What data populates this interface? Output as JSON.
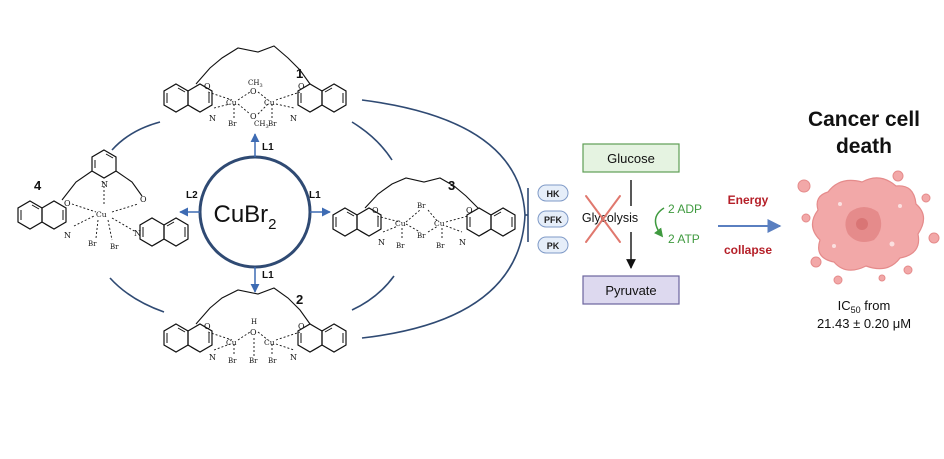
{
  "center": {
    "formula_main": "CuBr",
    "formula_sub": "2"
  },
  "complexes": [
    {
      "id": "1",
      "ligand": "L1"
    },
    {
      "id": "2",
      "ligand": "L1"
    },
    {
      "id": "3",
      "ligand": "L1"
    },
    {
      "id": "4",
      "ligand": "L2"
    }
  ],
  "atoms": {
    "N": "N",
    "O": "O",
    "Cu": "Cu",
    "Br": "Br",
    "CH3": "CH",
    "CH3_sub": "3",
    "H": "H",
    "Br_minus": "Br"
  },
  "enzymes": [
    "HK",
    "PFK",
    "PK"
  ],
  "pathway": {
    "start": "Glucose",
    "process": "Glycolysis",
    "end": "Pyruvate",
    "input": "2 ADP",
    "output": "2 ATP"
  },
  "effect": {
    "top": "Energy",
    "bottom": "collapse"
  },
  "outcome": {
    "title_line1": "Cancer cell",
    "title_line2": "death",
    "ic50_prefix": "IC",
    "ic50_sub": "50",
    "ic50_suffix": " from",
    "ic50_value": "21.43 ± 0.20 μM"
  },
  "colors": {
    "arc": "#2f4a73",
    "glucose_fill": "#e5f3e1",
    "glucose_stroke": "#5f9e55",
    "pyruvate_fill": "#ddd9ef",
    "pyruvate_stroke": "#6c649d",
    "enzyme_fill": "#e6eef9",
    "enzyme_stroke": "#7f9ac7",
    "atp_green": "#3f9a3f",
    "effect_red": "#b51f28",
    "cross_red": "#e0786e",
    "cell_pink": "#f2a8a8",
    "cell_dark": "#e58b8b",
    "arrow_blue": "#5a7fc0"
  }
}
